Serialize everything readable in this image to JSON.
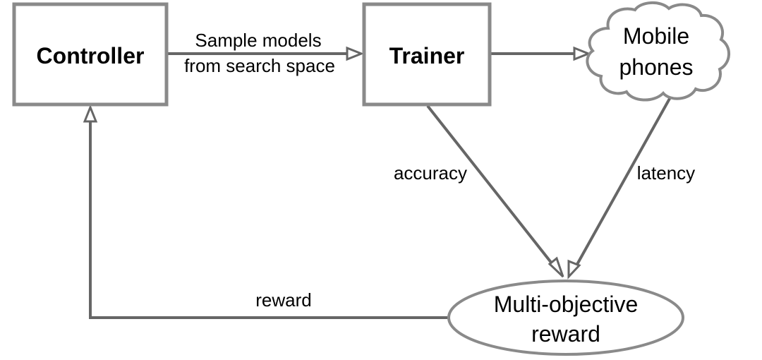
{
  "nodes": {
    "controller": {
      "label": "Controller"
    },
    "trainer": {
      "label": "Trainer"
    },
    "mobile_phones": {
      "line1": "Mobile",
      "line2": "phones"
    },
    "reward_node": {
      "line1": "Multi-objective",
      "line2": "reward"
    }
  },
  "edges": {
    "controller_to_trainer": {
      "line1": "Sample models",
      "line2": "from search space"
    },
    "trainer_to_reward": {
      "label": "accuracy"
    },
    "phones_to_reward": {
      "label": "latency"
    },
    "reward_to_controller": {
      "label": "reward"
    }
  },
  "colors": {
    "box_stroke": "#8a8a8a",
    "edge_stroke": "#666666",
    "text": "#000000"
  }
}
